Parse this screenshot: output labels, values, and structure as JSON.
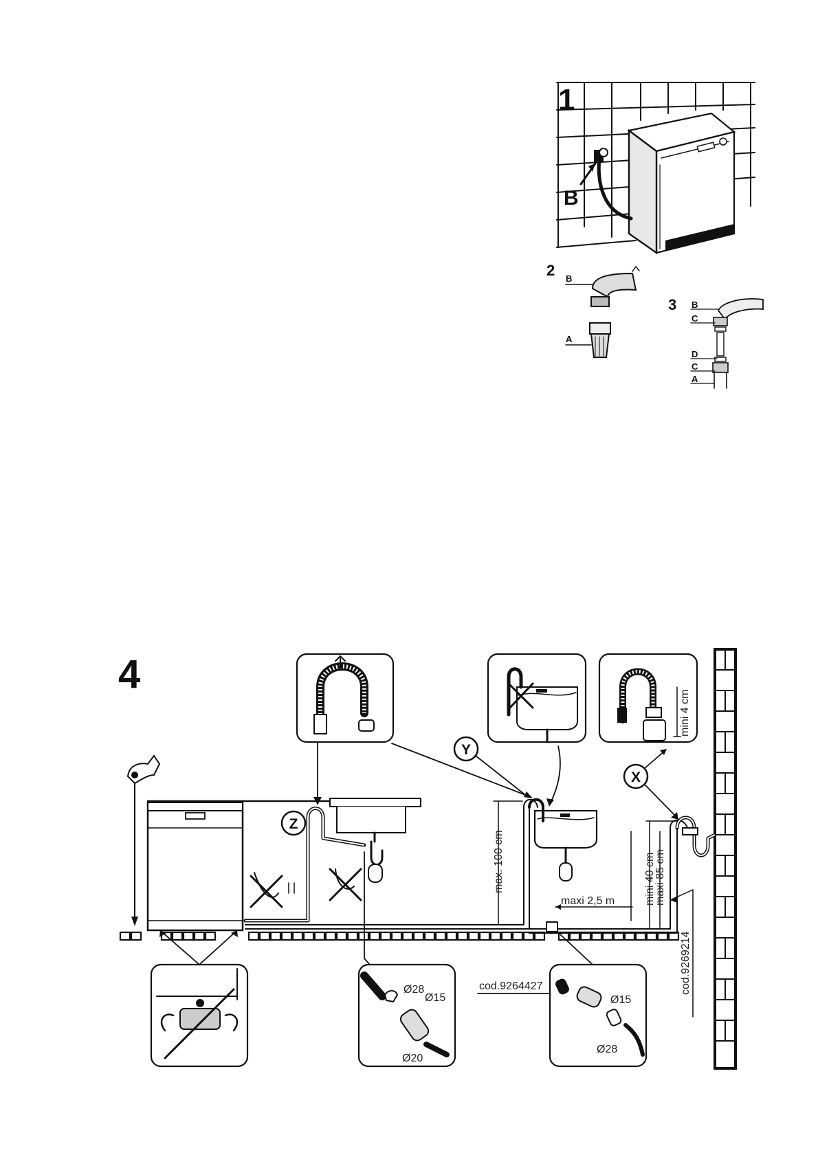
{
  "fig1": {
    "number": "1",
    "label_b": "B"
  },
  "fig2": {
    "number": "2",
    "label_b": "B",
    "label_a": "A"
  },
  "fig3": {
    "number": "3",
    "labels": [
      "B",
      "C",
      "D",
      "C",
      "A"
    ]
  },
  "fig4": {
    "number": "4",
    "markers": {
      "z": "Z",
      "y": "Y",
      "x": "X"
    },
    "dimensions": {
      "max100": "max. 100 cm",
      "maxi25": "maxi 2,5 m",
      "mini40": "mini 40 cm",
      "maxi85": "maxi 85 cm",
      "mini4": "mini 4 cm"
    },
    "diameters": {
      "d28a": "Ø28",
      "d15a": "Ø15",
      "d20": "Ø20",
      "d15b": "Ø15",
      "d28b": "Ø28"
    },
    "codes": {
      "code_a": "cod.9264427",
      "code_b": "cod.9269214"
    }
  }
}
